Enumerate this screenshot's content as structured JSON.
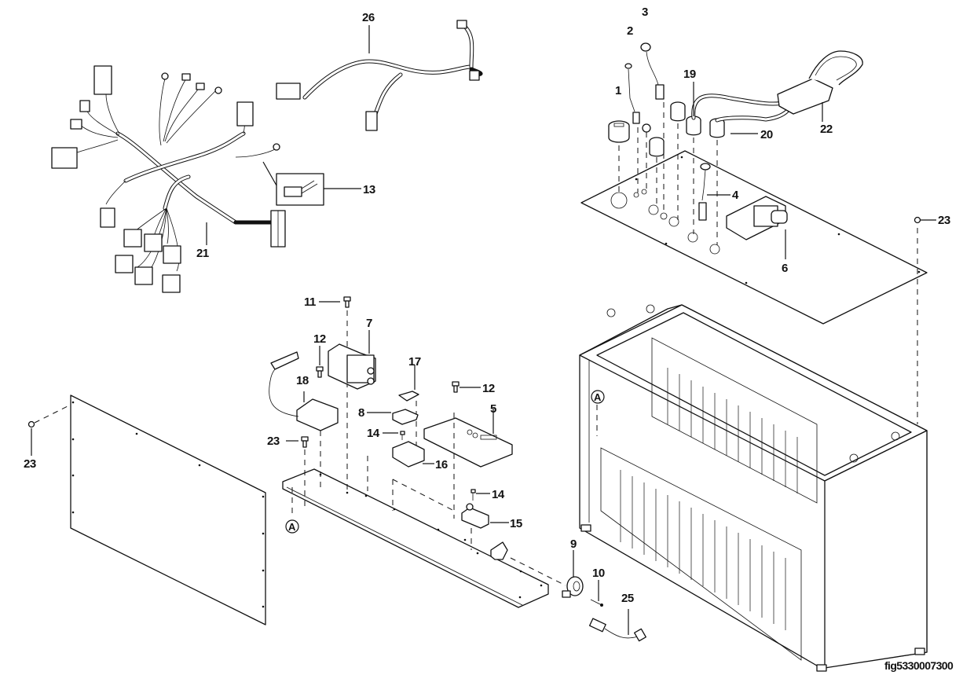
{
  "figure": {
    "id_label": "fig5330007300",
    "reference_marker": "A"
  },
  "callouts": {
    "c1": "1",
    "c2": "2",
    "c3": "3",
    "c4": "4",
    "c5": "5",
    "c6": "6",
    "c7": "7",
    "c8": "8",
    "c9": "9",
    "c10": "10",
    "c11": "11",
    "c12a": "12",
    "c12b": "12",
    "c13": "13",
    "c14a": "14",
    "c14b": "14",
    "c15": "15",
    "c16": "16",
    "c17": "17",
    "c18": "18",
    "c19": "19",
    "c20": "20",
    "c21": "21",
    "c22": "22",
    "c23a": "23",
    "c23b": "23",
    "c23c": "23",
    "c25": "25",
    "c26": "26"
  },
  "parts": [
    {
      "callout": "1",
      "component": "gauge-meter"
    },
    {
      "callout": "2",
      "component": "small-cable-with-connector"
    },
    {
      "callout": "3",
      "component": "cable-with-grommet"
    },
    {
      "callout": "4",
      "component": "cable-with-flange-connector"
    },
    {
      "callout": "5",
      "component": "controller-module"
    },
    {
      "callout": "6",
      "component": "power-connector"
    },
    {
      "callout": "7",
      "component": "contactor"
    },
    {
      "callout": "8",
      "component": "fuse"
    },
    {
      "callout": "9",
      "component": "current-sensor"
    },
    {
      "callout": "10",
      "component": "screw"
    },
    {
      "callout": "11",
      "component": "bolt"
    },
    {
      "callout": "12",
      "component": "bolt"
    },
    {
      "callout": "13",
      "component": "blade-fuse"
    },
    {
      "callout": "14",
      "component": "screw"
    },
    {
      "callout": "15",
      "component": "fuse-holder"
    },
    {
      "callout": "16",
      "component": "fuse-holder"
    },
    {
      "callout": "17",
      "component": "link-bar"
    },
    {
      "callout": "18",
      "component": "module-with-cable"
    },
    {
      "callout": "19",
      "component": "cable-grommet"
    },
    {
      "callout": "20",
      "component": "cable-grommet"
    },
    {
      "callout": "21",
      "component": "wiring-harness"
    },
    {
      "callout": "22",
      "component": "battery-connector-with-handle"
    },
    {
      "callout": "23",
      "component": "screw"
    },
    {
      "callout": "25",
      "component": "cable-with-connectors"
    },
    {
      "callout": "26",
      "component": "wiring-harness-y"
    }
  ]
}
